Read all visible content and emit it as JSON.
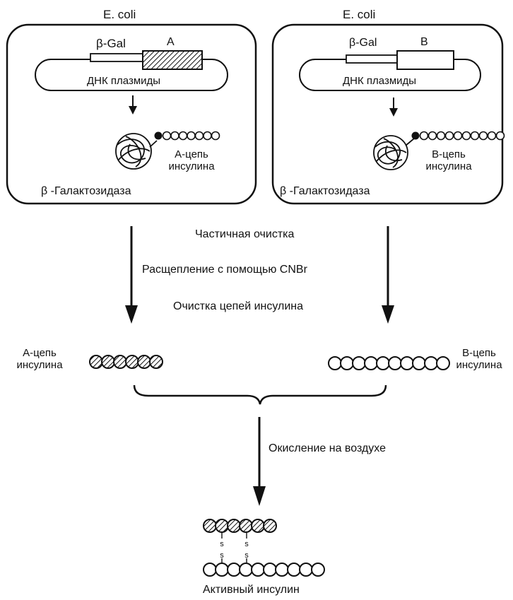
{
  "left_cell": {
    "organism": "E. coli",
    "gene_label": "β-Gal",
    "insert_label": "A",
    "plasmid_label": "ДНК плазмиды",
    "chain_line1": "А-цепь",
    "chain_line2": "инсулина",
    "protein_label": "β -Галактозидаза",
    "chain_beads": 7
  },
  "right_cell": {
    "organism": "E. coli",
    "gene_label": "β-Gal",
    "insert_label": "B",
    "plasmid_label": "ДНК плазмиды",
    "chain_line1": "В-цепь",
    "chain_line2": "инсулина",
    "protein_label": "β -Галактозидаза",
    "chain_beads": 10
  },
  "steps": {
    "step1": "Частичная очистка",
    "step2": "Расщепление с помощью CNBr",
    "step3": "Очистка цепей инсулина"
  },
  "chains": {
    "a_line1": "А-цепь",
    "a_line2": "инсулина",
    "a_beads": 6,
    "b_line1": "В-цепь",
    "b_line2": "инсулина",
    "b_beads": 10
  },
  "oxidation": "Окисление на воздухе",
  "product": {
    "sulfur_symbol": "s",
    "label": "Активный инсулин",
    "a_beads": 6,
    "b_beads": 10
  },
  "colors": {
    "ink": "#111111",
    "paper": "#ffffff"
  }
}
